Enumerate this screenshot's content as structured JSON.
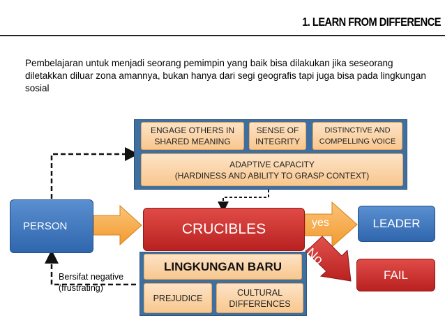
{
  "title": "1. LEARN FROM DIFFERENCE",
  "description": "Pembelajaran untuk menjadi seorang pemimpin yang baik bisa dilakukan jika seseorang diletakkan diluar zona amannya, bukan hanya dari segi geografis tapi juga bisa pada lingkungan sosial",
  "top_panel": {
    "engage": [
      "ENGAGE OTHERS IN",
      "SHARED MEANING"
    ],
    "integrity": [
      "SENSE OF",
      "INTEGRITY"
    ],
    "voice": [
      "DISTINCTIVE AND",
      "COMPELLING VOICE"
    ],
    "adaptive": [
      "ADAPTIVE CAPACITY",
      "(HARDINESS AND ABILITY TO GRASP CONTEXT)"
    ]
  },
  "person": "PERSON",
  "crucibles": "CRUCIBLES",
  "yes": "yes",
  "no": "No",
  "leader": "LEADER",
  "fail": "FAIL",
  "bottom_panel": {
    "lingkungan": "LINGKUNGAN BARU",
    "prejudice": "PREJUDICE",
    "cultural": [
      "CULTURAL",
      "DIFFERENCES"
    ]
  },
  "feedback_note": [
    "Bersifat negative",
    "(frustrating)"
  ],
  "colors": {
    "panel_blue": "#3f6f9f",
    "box_blue": "#2f66ad",
    "box_red": "#b8211f",
    "arrow_orange": "#f5a53a",
    "tan": "#f8c78e"
  }
}
